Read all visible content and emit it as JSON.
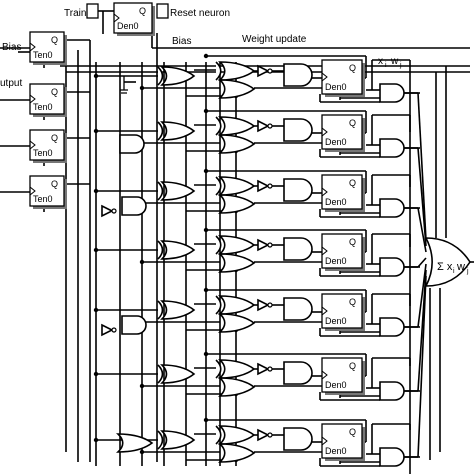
{
  "labels": {
    "train": "Train",
    "reset": "Reset neuron",
    "bias_left": "Bias",
    "bias_top": "Bias",
    "weight_update": "Weight update",
    "output": "utput",
    "xw": "x",
    "xw_i": "i",
    "xw_w": "w",
    "xw_j": "j",
    "sum": "Σ x",
    "sum_i": "i",
    "sum_w": "w",
    "sum_j": "j"
  },
  "flipflop": {
    "q": "Q",
    "en": "en",
    "d": "D",
    "t": "T",
    "zero": "0"
  },
  "rows": 7
}
